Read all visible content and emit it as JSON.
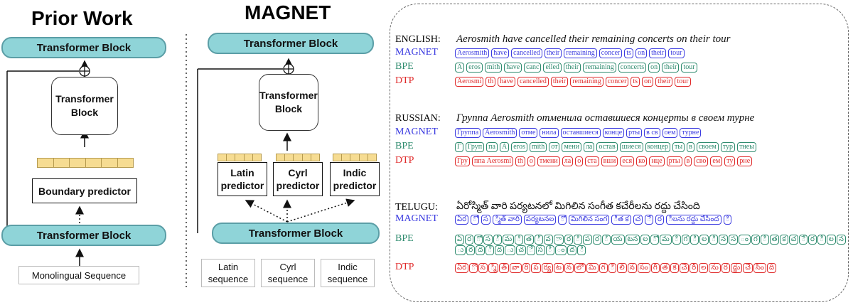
{
  "prior_work": {
    "title": "Prior Work",
    "top_block": "Transformer Block",
    "inner_block": "Transformer\nBlock",
    "boundary": "Boundary predictor",
    "bottom_block": "Transformer Block",
    "input": "Monolingual Sequence"
  },
  "magnet": {
    "title": "MAGNET",
    "top_block": "Transformer Block",
    "inner_block": "Transformer\nBlock",
    "predictors": [
      "Latin\npredictor",
      "Cyrl\npredictor",
      "Indic\npredictor"
    ],
    "bottom_block": "Transformer Block",
    "inputs": [
      "Latin\nsequence",
      "Cyrl\nsequence",
      "Indic\nsequence"
    ]
  },
  "examples": {
    "row_labels": {
      "magnet": "MAGNET",
      "bpe": "BPE",
      "dtp": "DTP"
    },
    "colors": {
      "magnet": "#3a3ae0",
      "bpe": "#2e8b6e",
      "dtp": "#e02a2a"
    },
    "english": {
      "lang": "ENGLISH:",
      "sentence": "Aerosmith have cancelled their remaining concerts on their tour",
      "magnet": [
        "Aerosmith",
        "have",
        "cancelled",
        "their",
        "remaining",
        "concer",
        "ts",
        "on",
        "their",
        "tour"
      ],
      "bpe": [
        "A",
        "eros",
        "mith",
        "have",
        "canc",
        "elled",
        "their",
        "remaining",
        "concerts",
        "on",
        "their",
        "tour"
      ],
      "dtp": [
        "Aerosmi",
        "th",
        "have",
        "cancelled",
        "their",
        "remaining",
        "concer",
        "ts",
        "on",
        "their",
        "tour"
      ]
    },
    "russian": {
      "lang": "RUSSIAN:",
      "sentence": "Группа Aerosmith отменила оставшиеся концерты в своем турне",
      "magnet": [
        "Группа",
        "Aerosmith",
        "отме",
        "нила",
        "оставшиеся",
        "конце",
        "рты",
        "в св",
        "оем",
        "турне"
      ],
      "bpe": [
        "Г",
        "Груп",
        "па",
        "А",
        "eros",
        "mith",
        "от",
        "мени",
        "ла",
        "остав",
        "шиеся",
        "концер",
        "ты",
        "в",
        "своем",
        "тур",
        "тнеы"
      ],
      "dtp": [
        "Гру",
        "ппа Aerosmi",
        "th",
        "о",
        "тмени",
        "ла",
        "о",
        "ста",
        "вши",
        "еся",
        "ко",
        "нце",
        "рты",
        "в",
        "сво",
        "ем",
        "ту",
        "рне"
      ]
    },
    "telugu": {
      "lang": "TELUGU:",
      "sentence": "ఏరోస్మిత్ వారి పర్యటనలో మిగిలిన సంగీత కచేరీలను రద్దు చేసింది",
      "magnet": [
        "ఏర",
        "ో",
        "స",
        "్మిత్ వారి",
        "పర్యటనల",
        "ో",
        "మిగిలిన సంగ",
        "ీత క",
        "చ",
        "ే",
        "ర",
        "ీలను రద్దు చేసింద",
        "ి"
      ],
      "bpe": [
        "ఏ",
        "ర",
        "ో",
        "స",
        "్",
        "మ",
        "ి",
        "త",
        "్",
        "వ",
        "ా",
        "ర",
        "ి",
        "ప",
        "ర",
        "్",
        "య",
        "టన",
        "ల",
        "ో",
        "మ",
        "ి",
        "గ",
        "ి",
        "ల",
        "ి",
        "న",
        "స",
        "ం",
        "గ",
        "ీ",
        "త",
        "క",
        "చ",
        "ే",
        "ర",
        "ీ",
        "ల",
        "న",
        "ు",
        "ర",
        "ద",
        "్",
        "ద",
        "ు",
        "చ",
        "ే",
        "స",
        "ి",
        "ం",
        "ద",
        "ి"
      ],
      "dtp": [
        "ఏర",
        "ో",
        "స",
        "్మి",
        "త్",
        "వా",
        "రి",
        "ప",
        "ర్య",
        "ట",
        "న",
        "లో",
        "మి",
        "గ",
        "ి",
        "లి",
        "న",
        "సం",
        "గీ",
        "త",
        "క",
        "చే",
        "రీ",
        "ల",
        "ను",
        "ర",
        "ద్దు",
        "చే",
        "సిం",
        "ది"
      ]
    }
  }
}
